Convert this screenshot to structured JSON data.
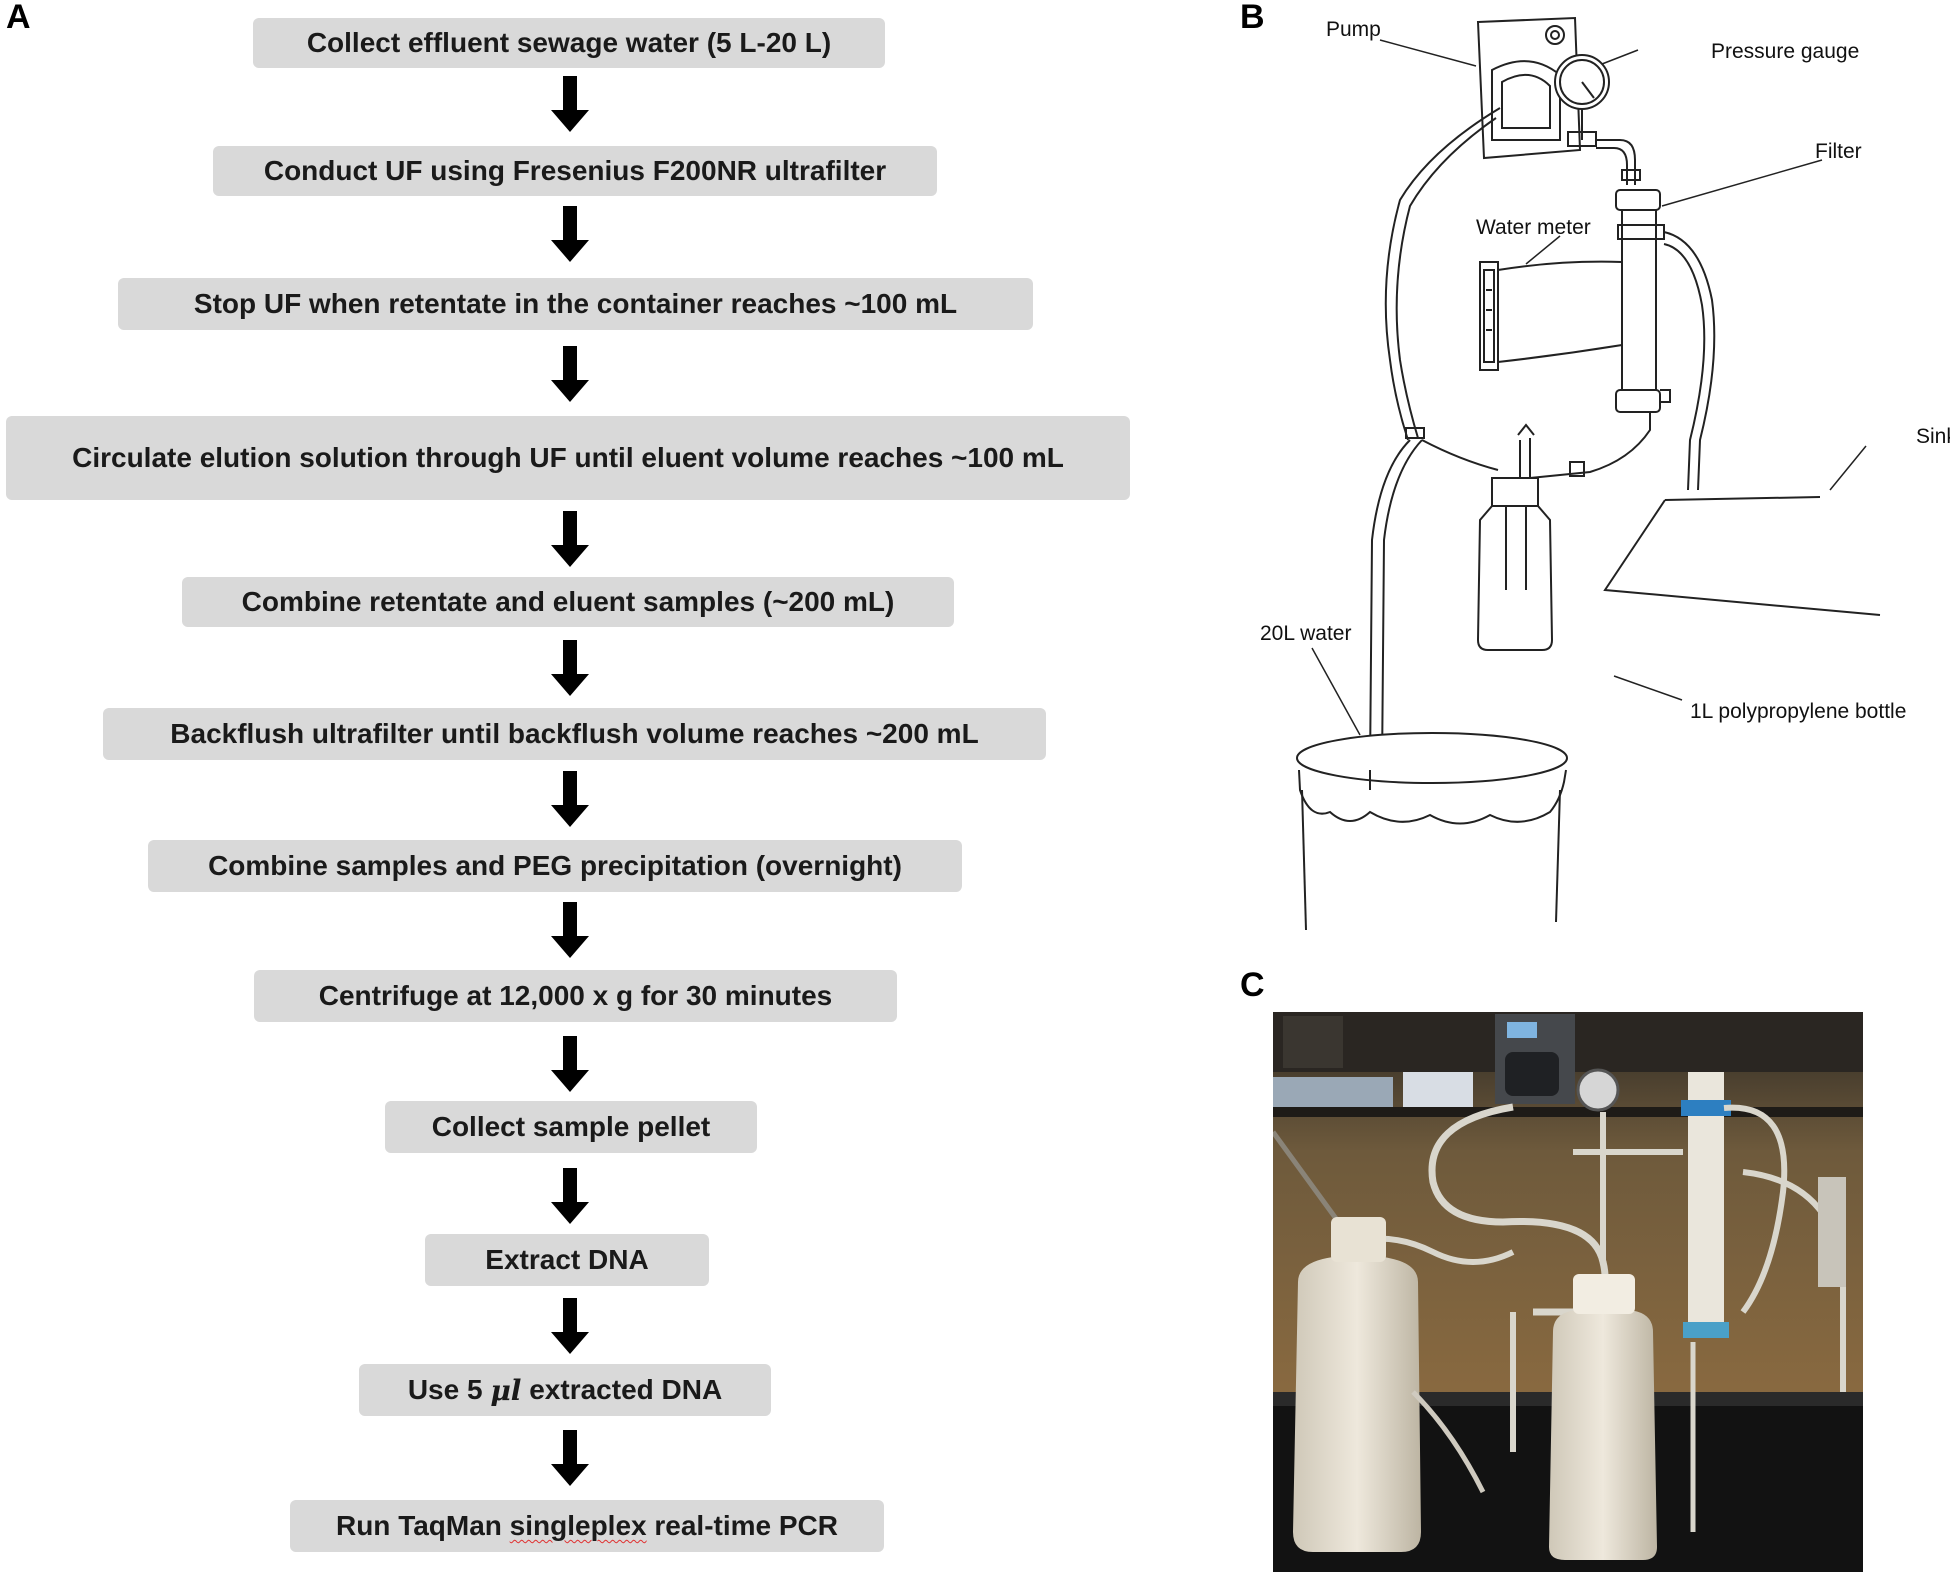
{
  "panels": {
    "a": "A",
    "b": "B",
    "c": "C"
  },
  "flowchart": {
    "steps": [
      "Collect effluent sewage water (5 L-20 L)",
      "Conduct UF using Fresenius F200NR ultrafilter",
      "Stop UF when retentate in the container reaches ~100 mL",
      "Circulate elution solution through UF until eluent volume reaches ~100 mL",
      "Combine retentate and eluent samples (~200 mL)",
      "Backflush ultrafilter until backflush volume reaches ~200 mL",
      "Combine samples and PEG precipitation (overnight)",
      "Centrifuge at 12,000 x g for 30 minutes",
      "Collect sample pellet",
      "Extract DNA",
      {
        "prefix": "Use 5 ",
        "unit": "μl",
        "suffix": " extracted DNA"
      },
      {
        "before": "Run TaqMan ",
        "underlined": "singleplex",
        "after": " real-time PCR"
      }
    ]
  },
  "diagram_labels": {
    "pump": "Pump",
    "pressure_gauge": "Pressure gauge",
    "filter": "Filter",
    "water_meter": "Water meter",
    "sink": "Sink",
    "water_container": "20L water",
    "bottle": "1L polypropylene bottle"
  },
  "colors": {
    "step_fill": "#d9d9d9",
    "arrow": "#000000",
    "squiggle": "#e03030"
  }
}
